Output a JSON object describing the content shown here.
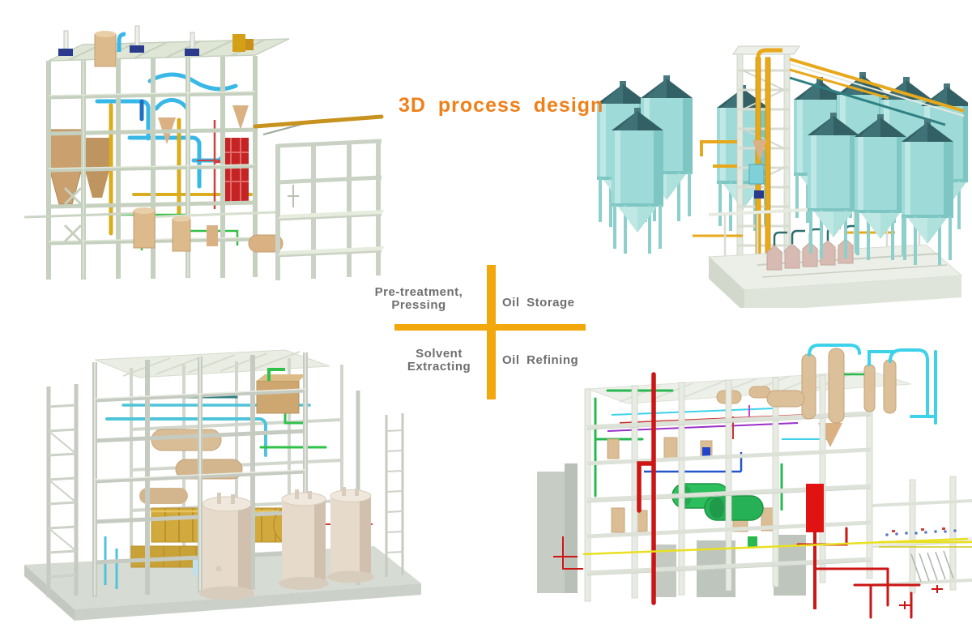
{
  "page": {
    "background": "#FFFFFF"
  },
  "title": {
    "text": "3D process design",
    "color": "#F0801A"
  },
  "divider": {
    "shape": "orange-cross",
    "color": "#F2A70D"
  },
  "labels": {
    "color": "#6E6E6E",
    "top_left_line1": "Pre-treatment,",
    "top_left_line2": "Pressing",
    "top_right": "Oil Storage",
    "bottom_left_line1": "Solvent",
    "bottom_left_line2": "Extracting",
    "bottom_right": "Oil Refining"
  },
  "renders": {
    "top_left": {
      "name": "pre-treatment-pressing-plant-3d-render",
      "depicts": "Multi-storey sage steel frame plant with tan hoppers and vessels, cyan piping, yellow columns, red equipment tower, long gold pipe and open annex frame on the right"
    },
    "top_right": {
      "name": "oil-storage-silos-3d-render",
      "depicts": "Cluster of cyan grain silos with dark teal conical roofs on legs, white bucket-elevator tower with yellow risers, inclined yellow conveyors and white concrete pit with pink bagging units"
    },
    "bottom_left": {
      "name": "solvent-extracting-plant-3d-render",
      "depicts": "Open grey steel frame on pale slab with long yellow extractor, tan horizontal vessels, cyan and green piping and three cream storage tanks in front"
    },
    "bottom_right": {
      "name": "oil-refining-plant-3d-render",
      "depicts": "Pale multi-floor refinery structure with tall red riser, green horizontal drums, tan distillation columns with cyan pipe loops, yellow pipe run and red piping network at lower right"
    }
  },
  "palette": {
    "steel_sage": "#C5D0BF",
    "structure_white": "#E7EBE1",
    "silo_cyan": "#9EDAD7",
    "silo_roof_teal": "#336064",
    "pipe_cyan": "#38B8E6",
    "pipe_yellow": "#E8A81C",
    "vessel_tan": "#D9BD97",
    "extractor_yellow": "#D2A93C",
    "equipment_red": "#CC1515",
    "drum_green": "#2DBE5E",
    "slab_grey": "#D6DBD3"
  }
}
